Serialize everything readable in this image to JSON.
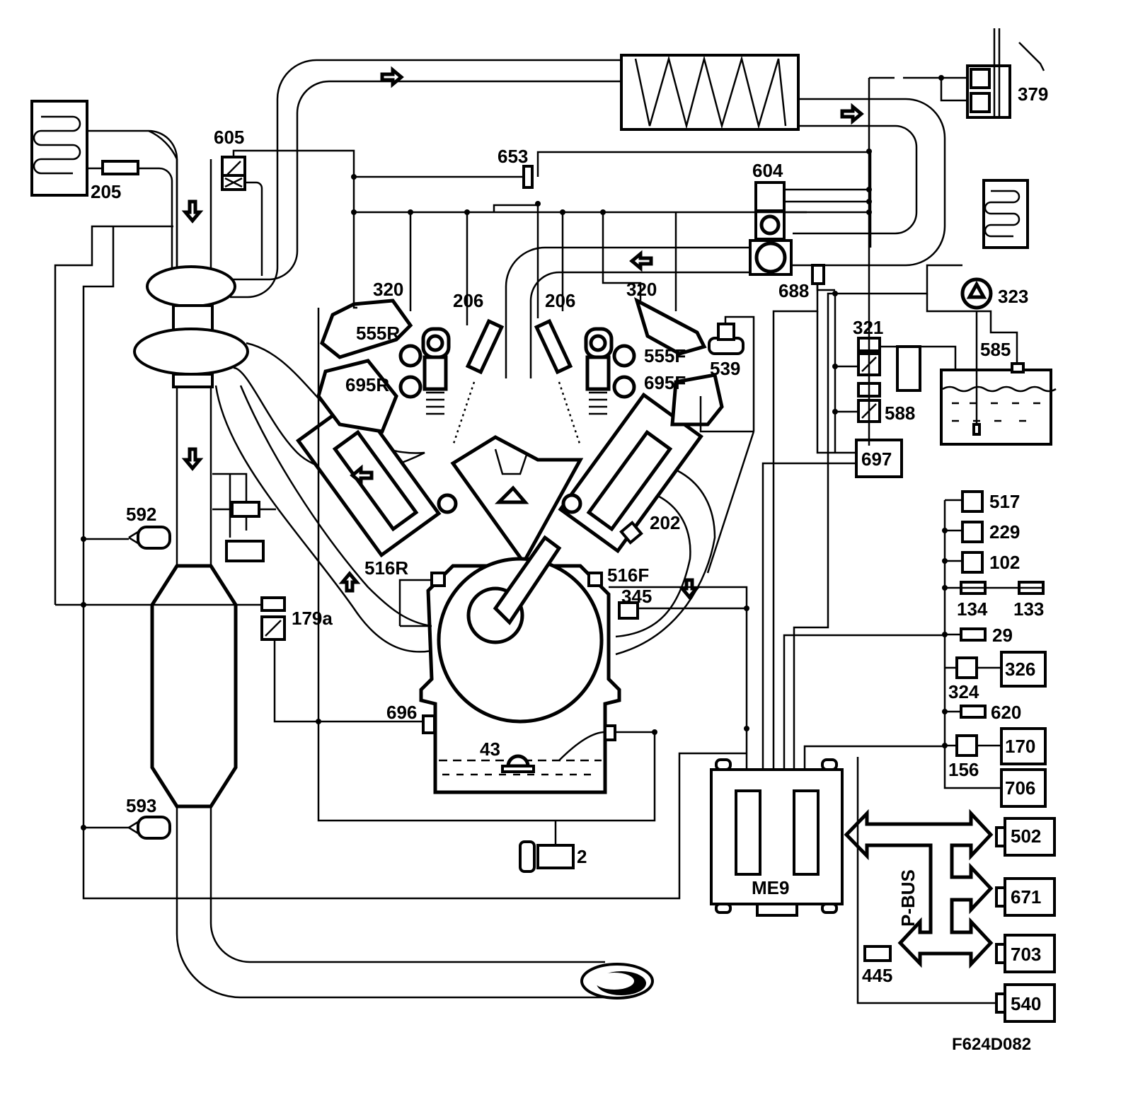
{
  "figure_id": "F624D082",
  "ecu_label": "ME9",
  "bus_label": "P-BUS",
  "labels": {
    "l605": "605",
    "l205": "205",
    "l653": "653",
    "l604": "604",
    "l379": "379",
    "l320a": "320",
    "l320b": "320",
    "l206a": "206",
    "l206b": "206",
    "l555R": "555R",
    "l555F": "555F",
    "l695R": "695R",
    "l695F": "695F",
    "l688": "688",
    "l323": "323",
    "l321": "321",
    "l585": "585",
    "l539": "539",
    "l588": "588",
    "l697": "697",
    "l517": "517",
    "l229": "229",
    "l102": "102",
    "l134": "134",
    "l133": "133",
    "l29": "29",
    "l326": "326",
    "l324": "324",
    "l620": "620",
    "l170": "170",
    "l156": "156",
    "l706": "706",
    "l502": "502",
    "l671": "671",
    "l703": "703",
    "l540": "540",
    "l445": "445",
    "l592": "592",
    "l593": "593",
    "l202": "202",
    "l516R": "516R",
    "l516F": "516F",
    "l345": "345",
    "l179a": "179a",
    "l696": "696",
    "l43": "43",
    "l2": "2"
  }
}
